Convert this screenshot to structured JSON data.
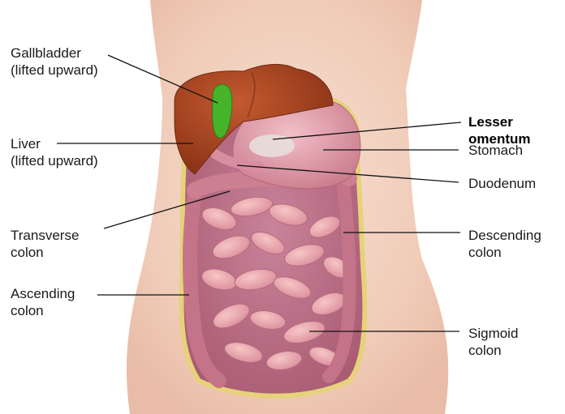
{
  "labels": {
    "gallbladder": [
      "Gallbladder",
      "(lifted upward)"
    ],
    "liver": [
      "Liver",
      "(lifted upward)"
    ],
    "transverse_colon": [
      "Transverse",
      "colon"
    ],
    "ascending_colon": [
      "Ascending",
      "colon"
    ],
    "lesser_omentum": [
      "Lesser",
      "omentum"
    ],
    "stomach": [
      "Stomach"
    ],
    "duodenum": [
      "Duodenum"
    ],
    "descending_colon": [
      "Descending",
      "colon"
    ],
    "sigmoid_colon": [
      "Sigmoid",
      "colon"
    ]
  },
  "colors": {
    "skin": "#f2d3c3",
    "liver": "#a8431f",
    "gallbladder": "#46b42a",
    "stomach": "#d48a9a",
    "intestine": "#d4889a",
    "omentum_border": "#e6d27a",
    "leader_line": "#111111"
  }
}
